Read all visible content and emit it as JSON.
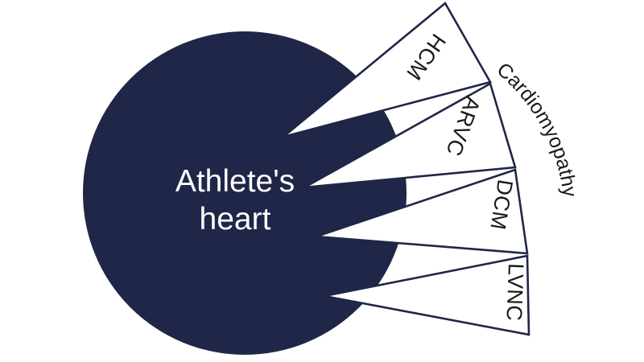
{
  "diagram": {
    "type": "radial-fan-concept-diagram",
    "background_color": "#ffffff",
    "core": {
      "label_line_1": "Athlete's",
      "label_line_2": "heart",
      "fill_color": "#1f2647",
      "text_color": "#ffffff"
    },
    "group_label": "Cardiomyopathy",
    "wedges": [
      {
        "label": "HCM",
        "order": 1
      },
      {
        "label": "ARVC",
        "order": 2
      },
      {
        "label": "DCM",
        "order": 3
      },
      {
        "label": "LVNC",
        "order": 4
      }
    ],
    "outline_color": "#1f2647",
    "label_color": "#1a1a1a"
  }
}
